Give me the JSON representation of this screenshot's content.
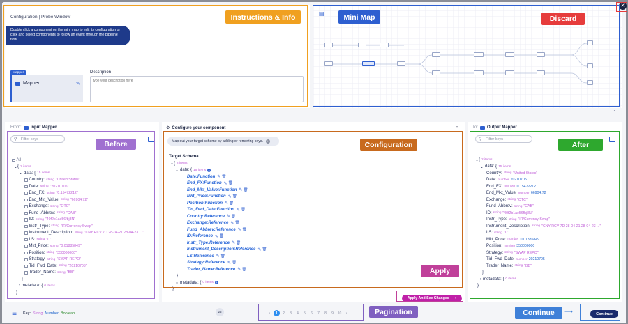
{
  "callouts": {
    "instructions": "Instructions & Info",
    "minimap": "Mini Map",
    "discard": "Discard",
    "before": "Before",
    "configuration": "Configuration",
    "after": "After",
    "apply": "Apply",
    "pagination": "Pagination",
    "continue": "Continue"
  },
  "info_panel": {
    "title": "Configuration | Probe Window",
    "help_text": "Double click a component on the mini map to edit its configuration or click and select components to follow an event through the pipeline flow",
    "mapper_tag": "Mapper",
    "mapper_label": "Mapper",
    "description_label": "Description",
    "description_placeholder": "type your description here"
  },
  "input_panel": {
    "from_label": "From:",
    "component": "Input Mapper",
    "filter_placeholder": "Filter keys",
    "all_label": "All",
    "root_count": "2 items",
    "data_label": "data",
    "data_count": "15 items",
    "fields": [
      {
        "key": "Country",
        "type": "string",
        "value": "\"United States\""
      },
      {
        "key": "Date",
        "type": "string",
        "value": "\"20210705\""
      },
      {
        "key": "End_FX",
        "type": "string",
        "value": "\"0.15472212\""
      },
      {
        "key": "End_Mkt_Value",
        "type": "string",
        "value": "\"66904.72\""
      },
      {
        "key": "Exchange",
        "type": "string",
        "value": "\"OTC\""
      },
      {
        "key": "Fund_Abbrev",
        "type": "string",
        "value": "\"CAB\""
      },
      {
        "key": "ID",
        "type": "string",
        "value": "\"40f2b1ae56fbj8N\""
      },
      {
        "key": "Instr_Type",
        "type": "string",
        "value": "\"IR/Currency Swap\""
      },
      {
        "key": "Instrument_Description",
        "type": "string",
        "value": "\"CNY RCV 7D 28-04-21 28-04-23 ...\""
      },
      {
        "key": "LS",
        "type": "string",
        "value": "\"L\""
      },
      {
        "key": "Mkt_Price",
        "type": "string",
        "value": "\"0.01885849\""
      },
      {
        "key": "Position",
        "type": "string",
        "value": "\"350000000\""
      },
      {
        "key": "Strategy",
        "type": "string",
        "value": "\"SWAP REPO\""
      },
      {
        "key": "Tid_Fwd_Date",
        "type": "string",
        "value": "\"20210705\""
      },
      {
        "key": "Trader_Name",
        "type": "string",
        "value": "\"BB\""
      }
    ],
    "metadata_label": "metadata",
    "metadata_count": "0 items"
  },
  "config_panel": {
    "title": "Configure your component",
    "hint": "Map out your target scheme by adding or removing keys.",
    "target_label": "Target Schema",
    "root_count": "2 items",
    "data_label": "data",
    "data_count": "15 items",
    "fields": [
      {
        "key": "Date",
        "kind": "Function"
      },
      {
        "key": "End_FX",
        "kind": "Function"
      },
      {
        "key": "End_Mkt_Value",
        "kind": "Function"
      },
      {
        "key": "Mkt_Price",
        "kind": "Function"
      },
      {
        "key": "Position",
        "kind": "Function"
      },
      {
        "key": "Tid_Fwd_Date",
        "kind": "Function"
      },
      {
        "key": "Country",
        "kind": "Reference"
      },
      {
        "key": "Exchange",
        "kind": "Reference"
      },
      {
        "key": "Fund_Abbrev",
        "kind": "Reference"
      },
      {
        "key": "ID",
        "kind": "Reference"
      },
      {
        "key": "Instr_Type",
        "kind": "Reference"
      },
      {
        "key": "Instrument_Description",
        "kind": "Reference"
      },
      {
        "key": "LS",
        "kind": "Reference"
      },
      {
        "key": "Strategy",
        "kind": "Reference"
      },
      {
        "key": "Trader_Name",
        "kind": "Reference"
      }
    ],
    "metadata_label": "metadata",
    "metadata_count": "0 items",
    "apply_button": "Apply And See Changes"
  },
  "output_panel": {
    "to_label": "To:",
    "component": "Output Mapper",
    "filter_placeholder": "Filter keys",
    "root_count": "2 items",
    "data_label": "data",
    "data_count": "15 items",
    "fields": [
      {
        "key": "Country",
        "type": "string",
        "value": "\"United States\""
      },
      {
        "key": "Date",
        "type": "number",
        "value": "20210705"
      },
      {
        "key": "End_FX",
        "type": "number",
        "value": "0.15472212"
      },
      {
        "key": "End_Mkt_Value",
        "type": "number",
        "value": "66904.72"
      },
      {
        "key": "Exchange",
        "type": "string",
        "value": "\"OTC\""
      },
      {
        "key": "Fund_Abbrev",
        "type": "string",
        "value": "\"CAB\""
      },
      {
        "key": "ID",
        "type": "string",
        "value": "\"40f2b1ae56fbj8N\""
      },
      {
        "key": "Instr_Type",
        "type": "string",
        "value": "\"IR/Currency Swap\""
      },
      {
        "key": "Instrument_Description",
        "type": "string",
        "value": "\"CNY RCV 7D 28-04-21 28-04-23 ...\""
      },
      {
        "key": "LS",
        "type": "string",
        "value": "\"L\""
      },
      {
        "key": "Mkt_Price",
        "type": "number",
        "value": "0.01885849"
      },
      {
        "key": "Position",
        "type": "number",
        "value": "350000000"
      },
      {
        "key": "Strategy",
        "type": "string",
        "value": "\"SWAP REPO\""
      },
      {
        "key": "Tid_Fwd_Date",
        "type": "number",
        "value": "20210705"
      },
      {
        "key": "Trader_Name",
        "type": "string",
        "value": "\"BB\""
      }
    ],
    "metadata_label": "metadata",
    "metadata_count": "0 items"
  },
  "footer": {
    "key_label": "Key:",
    "legend": [
      "String",
      "Number",
      "Boolean"
    ],
    "pages": [
      "1",
      "2",
      "3",
      "4",
      "5",
      "6",
      "7",
      "8",
      "9",
      "10"
    ],
    "current_page": "1",
    "continue_button": "Continue",
    "zoom_badge": "25"
  },
  "colors": {
    "instructions": "#f0a020",
    "minimap": "#2e5fd0",
    "discard": "#e63c3c",
    "before": "#a070d0",
    "configuration": "#c86a1e",
    "after": "#2ea82e",
    "apply": "#c0409a",
    "pagination": "#8060c0",
    "continue": "#3f80d8"
  }
}
